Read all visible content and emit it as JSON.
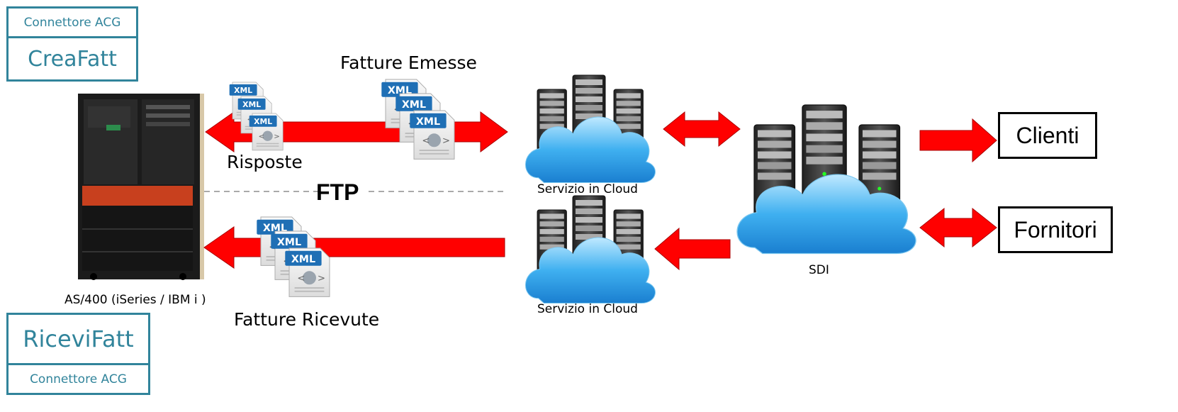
{
  "boxes": {
    "top_connector": "Connettore ACG",
    "top_product": "CreaFatt",
    "bottom_product": "RiceviFatt",
    "bottom_connector": "Connettore ACG"
  },
  "labels": {
    "as400": "AS/400 (iSeries / IBM i )",
    "fatture_emesse": "Fatture Emesse",
    "risposte": "Risposte",
    "ftp": "FTP",
    "fatture_ricevute": "Fatture Ricevute",
    "cloud_top": "Servizio in Cloud",
    "cloud_bottom": "Servizio in Cloud",
    "sdi": "SDI",
    "clienti": "Clienti",
    "fornitori": "Fornitori",
    "xml": "XML"
  },
  "colors": {
    "teal": "#31849b",
    "arrow": "#ff0000",
    "xml_blue": "#1f6fb5"
  }
}
